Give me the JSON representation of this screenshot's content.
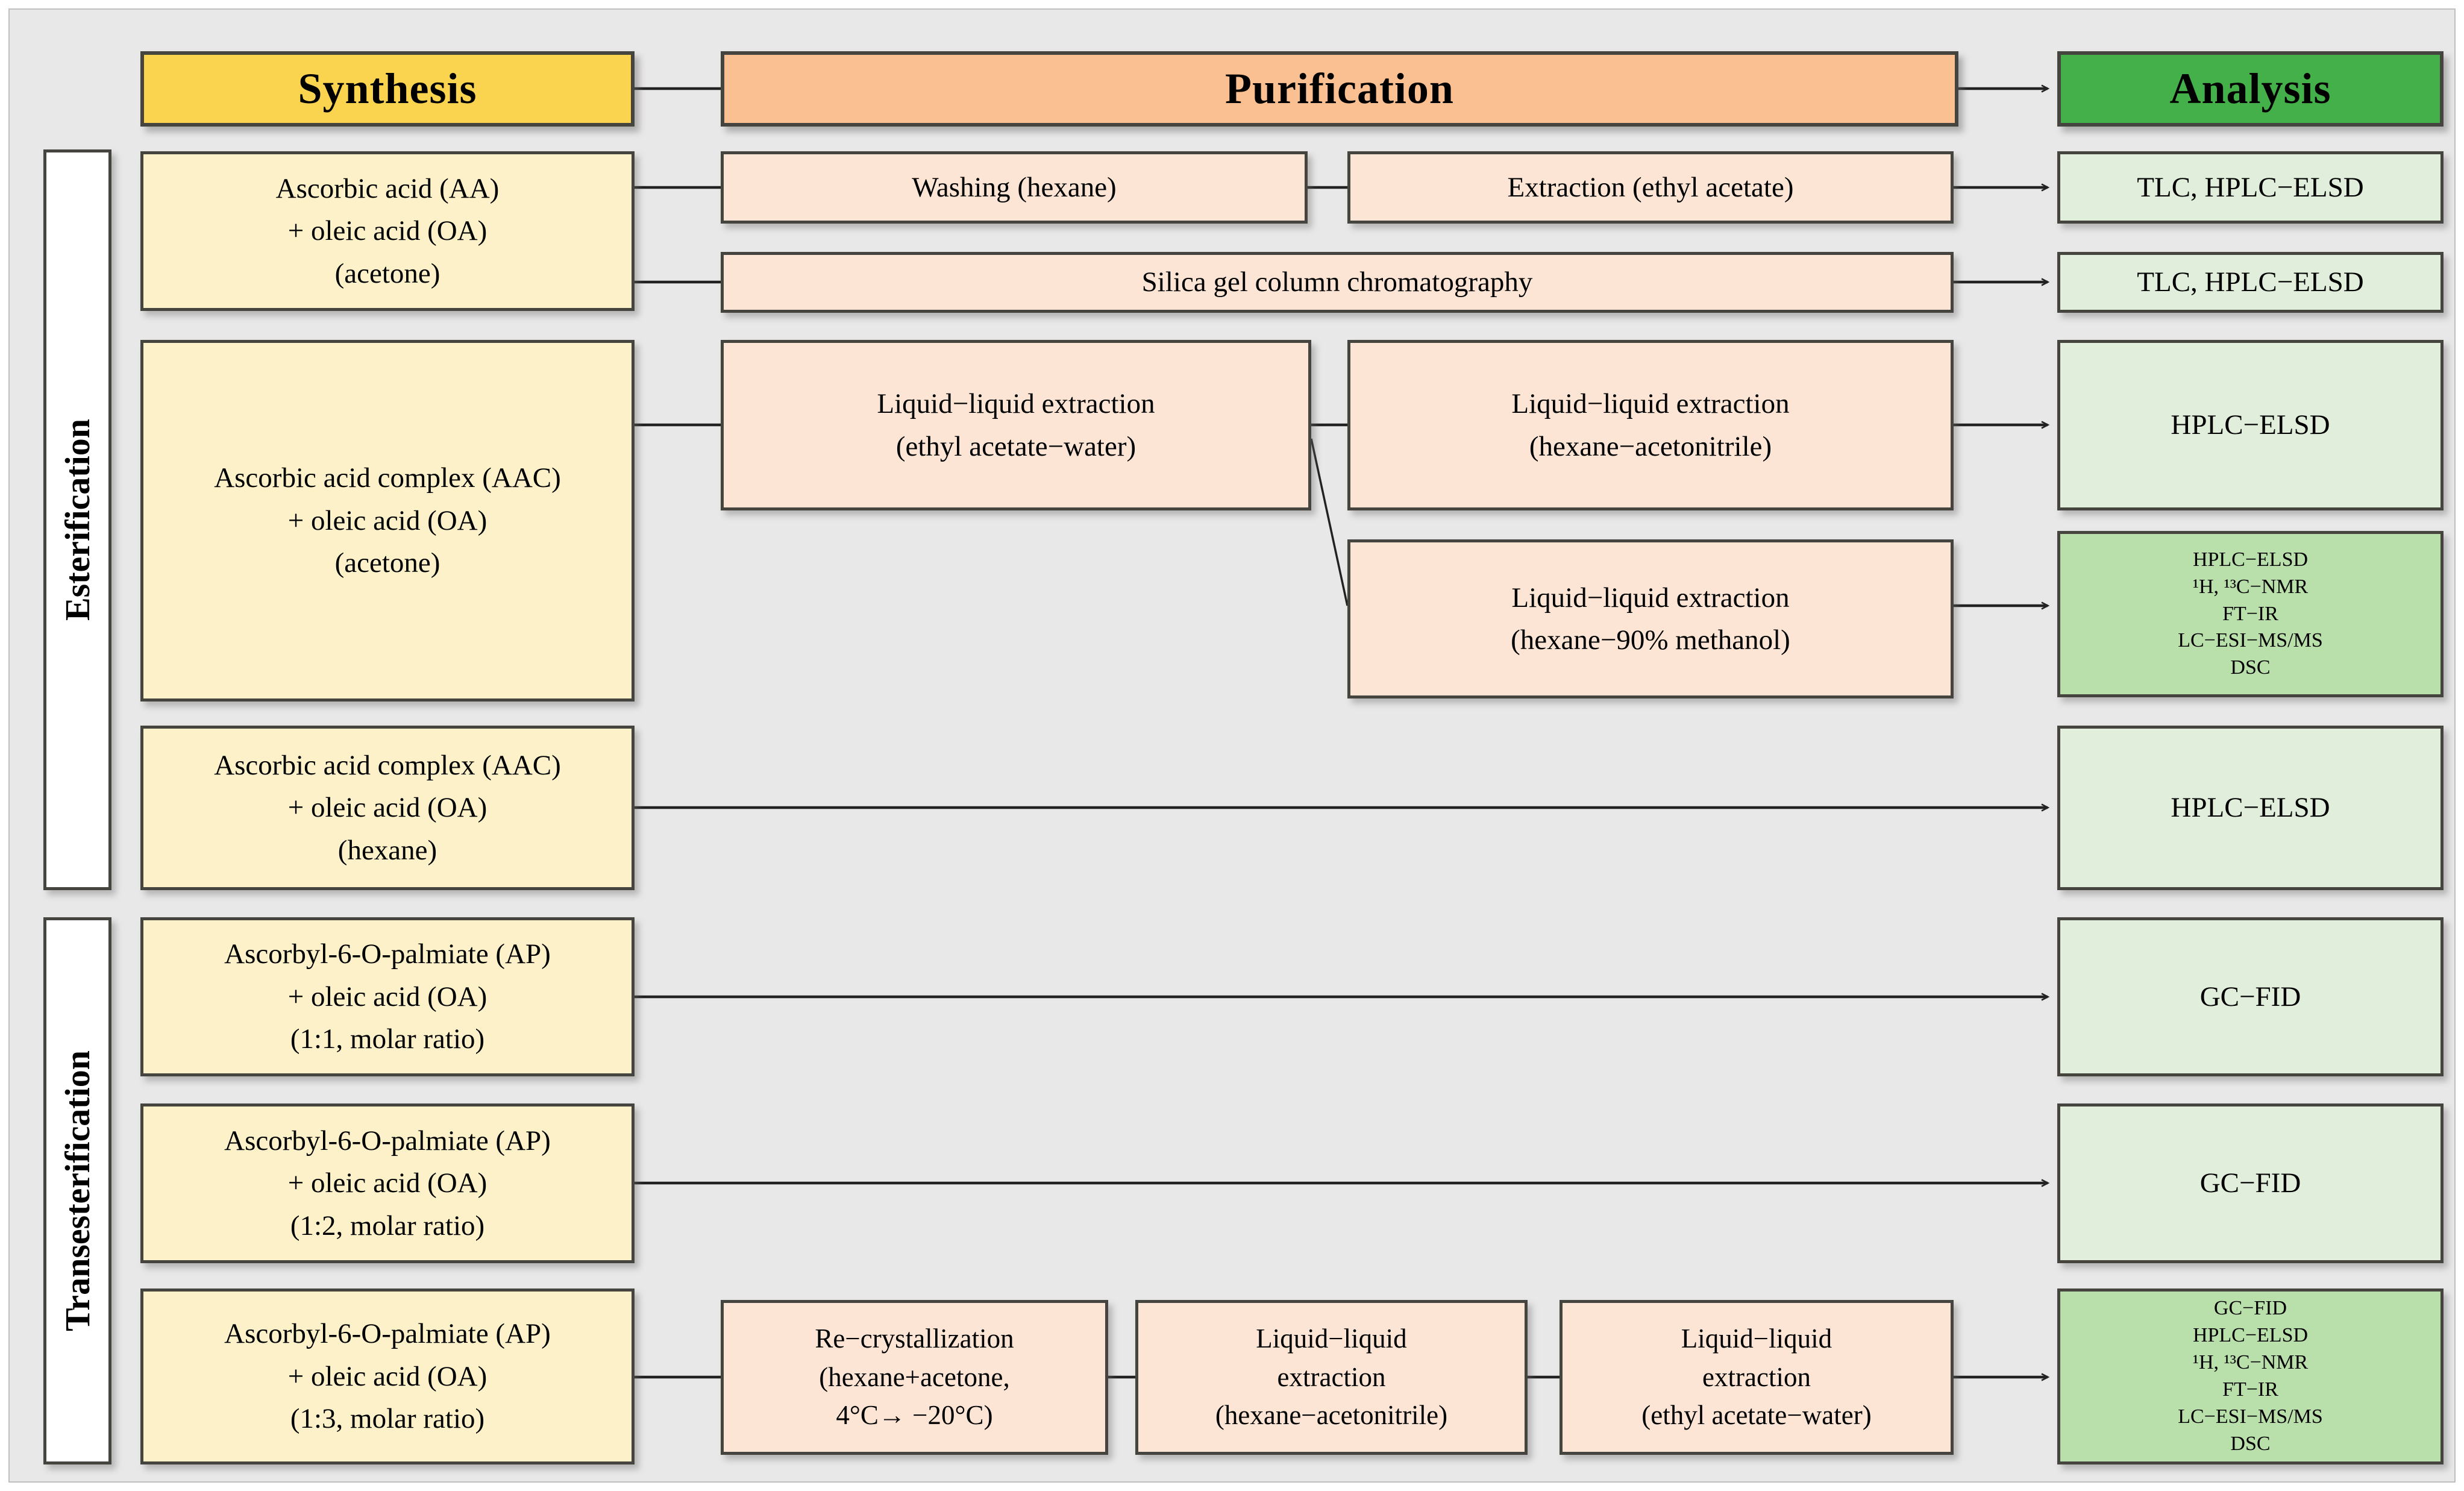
{
  "colors": {
    "bg": "#E9E8E8",
    "yellow-header": "#FAD44F",
    "orange-header": "#FBC091",
    "green-header": "#43B049",
    "yellow-box": "#FCF1C9",
    "peach-box": "#FCE5D4",
    "green-light": "#E0EEDB",
    "green-mid": "#B9E0AA",
    "border": "#45443E",
    "wire": "#222222"
  },
  "headers": {
    "synthesis": "Synthesis",
    "purification": "Purification",
    "analysis": "Analysis"
  },
  "side_labels": {
    "esterification": "Esterification",
    "transesterification": "Transesterification"
  },
  "synthesis": {
    "s1": [
      "Ascorbic acid (AA)",
      "+ oleic acid (OA)",
      "(acetone)"
    ],
    "s2": [
      "Ascorbic acid complex (AAC)",
      "+ oleic acid (OA)",
      "(acetone)"
    ],
    "s3": [
      "Ascorbic acid complex (AAC)",
      "+ oleic acid (OA)",
      "(hexane)"
    ],
    "s4": [
      "Ascorbyl-6-O-palmiate (AP)",
      "+ oleic acid (OA)",
      "(1:1, molar ratio)"
    ],
    "s5": [
      "Ascorbyl-6-O-palmiate (AP)",
      "+ oleic acid (OA)",
      "(1:2, molar ratio)"
    ],
    "s6": [
      "Ascorbyl-6-O-palmiate (AP)",
      "+ oleic acid (OA)",
      "(1:3, molar ratio)"
    ]
  },
  "purification": {
    "washing": "Washing (hexane)",
    "extraction": "Extraction (ethyl acetate)",
    "silica": "Silica gel column chromatography",
    "lle_eaw": [
      "Liquid−liquid extraction",
      "(ethyl acetate−water)"
    ],
    "lle_ha": [
      "Liquid−liquid extraction",
      "(hexane−acetonitrile)"
    ],
    "lle_hm": [
      "Liquid−liquid extraction",
      "(hexane−90% methanol)"
    ],
    "recryst": [
      "Re−crystallization",
      "(hexane+acetone,",
      "4°C→ −20°C)"
    ],
    "lle_ha2": [
      "Liquid−liquid",
      "extraction",
      "(hexane−acetonitrile)"
    ],
    "lle_eaw2": [
      "Liquid−liquid",
      "extraction",
      "(ethyl acetate−water)"
    ]
  },
  "analysis": {
    "a1": "TLC, HPLC−ELSD",
    "a2": "TLC, HPLC−ELSD",
    "a3": "HPLC−ELSD",
    "a4": [
      "HPLC−ELSD",
      "¹H, ¹³C−NMR",
      "FT−IR",
      "LC−ESI−MS/MS",
      "DSC"
    ],
    "a5": "HPLC−ELSD",
    "a6": "GC−FID",
    "a7": "GC−FID",
    "a8": [
      "GC−FID",
      "HPLC−ELSD",
      "¹H, ¹³C−NMR",
      "FT−IR",
      "LC−ESI−MS/MS",
      "DSC"
    ]
  }
}
